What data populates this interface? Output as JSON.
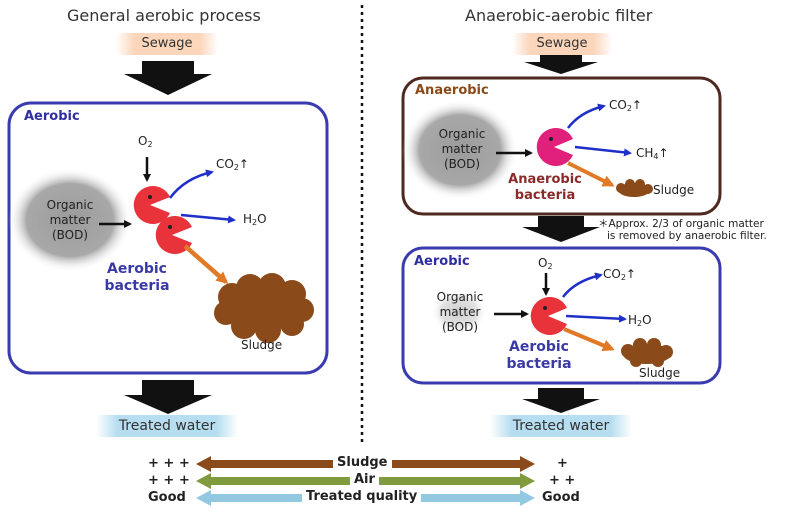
{
  "left_panel": {
    "title": "General aerobic process",
    "sewage": "Sewage",
    "zone_label": "Aerobic",
    "o2": "O",
    "o2_sub": "2",
    "co2": "CO",
    "co2_sub": "2",
    "co2_arrow": "↑",
    "h2o_pre": "H",
    "h2o_sub": "2",
    "h2o_post": "O",
    "organic": [
      "Organic",
      "matter",
      "(BOD)"
    ],
    "bacteria": [
      "Aerobic",
      "bacteria"
    ],
    "sludge": "Sludge",
    "treated": "Treated water"
  },
  "right_panel": {
    "title": "Anaerobic-aerobic filter",
    "sewage": "Sewage",
    "anaerobic": {
      "zone_label": "Anaerobic",
      "organic": [
        "Organic",
        "matter",
        "(BOD)"
      ],
      "co2": "CO",
      "co2_sub": "2",
      "co2_arrow": "↑",
      "ch4": "CH",
      "ch4_sub": "4",
      "ch4_arrow": "↑",
      "bacteria": [
        "Anaerobic",
        "bacteria"
      ],
      "sludge": "Sludge"
    },
    "note": [
      "＊Approx. 2/3 of organic matter",
      "is removed by anaerobic filter."
    ],
    "aerobic": {
      "zone_label": "Aerobic",
      "o2": "O",
      "o2_sub": "2",
      "organic": [
        "Organic",
        "matter",
        "(BOD)"
      ],
      "co2": "CO",
      "co2_sub": "2",
      "co2_arrow": "↑",
      "h2o_pre": "H",
      "h2o_sub": "2",
      "h2o_post": "O",
      "bacteria": [
        "Aerobic",
        "bacteria"
      ],
      "sludge": "Sludge"
    },
    "treated": "Treated water"
  },
  "comparison": [
    {
      "label": "Sludge",
      "left": "+ + +",
      "right": "+",
      "color": "#8b4a1a"
    },
    {
      "label": "Air",
      "left": "+ + +",
      "right": "+ +",
      "color": "#7f9b3e"
    },
    {
      "label": "Treated quality",
      "left": "Good",
      "right": "Good",
      "color": "#93c9e0"
    }
  ],
  "colors": {
    "aerobic_box": "#3b3bb0",
    "anaerobic_box": "#4f2820",
    "bacteria_red": "#e8333b",
    "bacteria_magenta": "#e0207a",
    "sludge": "#8b4a1a",
    "flow_blue": "#1f2fc9",
    "flow_orange": "#e07a26"
  }
}
